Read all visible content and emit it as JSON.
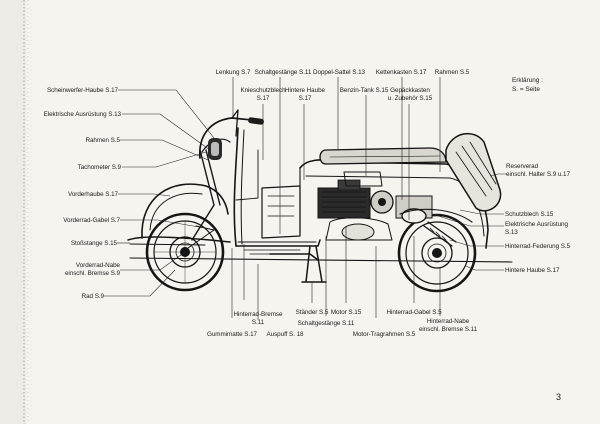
{
  "legend": {
    "title": "Erklärung :",
    "line": "S. = Seite"
  },
  "page_number": "3",
  "labels": {
    "scheinwerfer_haube": "Scheinwerfer-Haube S.17",
    "elektrische_ausruestung_left": "Elektrische Ausrüstung S.13",
    "rahmen_left": "Rahmen S.5",
    "tachometer": "Tachometer S.9",
    "vorderhaube": "Vorderhaube S.17",
    "vorderrad_gabel": "Vorderrad-Gabel S.7",
    "stossstange": "Stoßstange S.15",
    "vorderrad_nabe_1": "Vorderrad-Nabe",
    "vorderrad_nabe_2": "einschl. Bremse S.9",
    "rad": "Rad S.9",
    "lenkung": "Lenkung S.7",
    "schaltgestaenge_top": "Schaltgestänge S.11",
    "knieschutzblech_1": "Knieschutzblech",
    "knieschutzblech_2": "S.17",
    "hintere_haube_top_1": "Hintere Haube",
    "hintere_haube_top_2": "S.17",
    "doppel_sattel": "Doppel-Sattel S.13",
    "benzin_tank": "Benzin-Tank S.15",
    "kettenkasten": "Kettenkasten S.17",
    "gepaeckkasten_1": "Gepäckkasten",
    "gepaeckkasten_2": "u. Zubehör S.15",
    "rahmen_top": "Rahmen S.5",
    "reserverad_1": "Reserverad",
    "reserverad_2": "einschl. Halter S.9 u.17",
    "schutzblech": "Schutzblech S.15",
    "elektrische_ausruestung_right_1": "Elektrische Ausrüstung",
    "elektrische_ausruestung_right_2": "S.13",
    "hinterrad_federung": "Hinterrad-Federung S.5",
    "hintere_haube_right": "Hintere Haube S.17",
    "hinterrad_bremse_1": "Hinterrad-Bremse",
    "hinterrad_bremse_2": "S.11",
    "staender": "Ständer S.5",
    "motor": "Motor S.15",
    "hinterrad_gabel": "Hinterrad-Gabel S.5",
    "hinterrad_nabe_1": "Hinterrad-Nabe",
    "hinterrad_nabe_2": "einschl. Bremse S.11",
    "gummimatte": "Gummimatte S.17",
    "auspuff": "Auspuff S. 18",
    "schaltgestaenge_bottom": "Schaltgestänge S.11",
    "motor_tragrahmen": "Motor-Tragrahmen S.5"
  }
}
